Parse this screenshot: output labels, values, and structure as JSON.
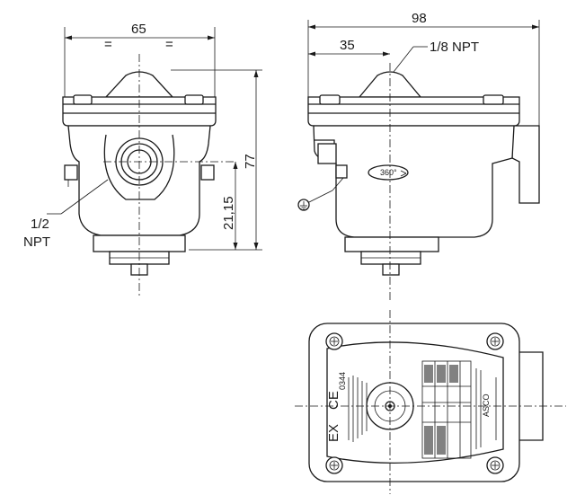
{
  "dimensions": {
    "width_65": "65",
    "equal_mark": "=",
    "height_77": "77",
    "height_21_15": "21,15",
    "width_98": "98",
    "width_35": "35"
  },
  "callouts": {
    "top_port": "1/8 NPT",
    "side_port_line1": "1/2",
    "side_port_line2": "NPT",
    "rotation": "360°"
  },
  "nameplate": {
    "marking_1": "EX",
    "marking_2": "CE",
    "marking_3": "0344",
    "brand": "ASCO"
  }
}
